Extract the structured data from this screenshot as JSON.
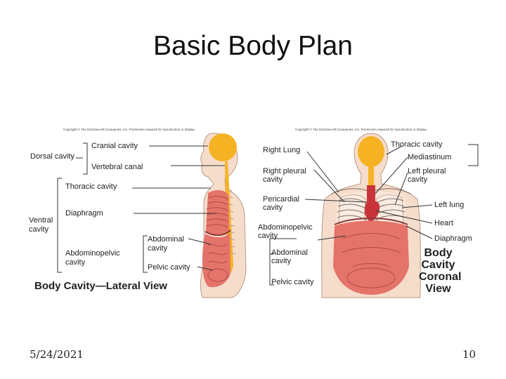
{
  "slide": {
    "title": "Basic Body Plan",
    "date": "5/24/2021",
    "page_number": "10"
  },
  "lateral": {
    "copyright": "Copyright © The McGraw-Hill Companies, Inc. Permission required for reproduction or display.",
    "caption": "Body Cavity—Lateral View",
    "labels": {
      "dorsal_cavity": "Dorsal cavity",
      "cranial_cavity": "Cranial cavity",
      "vertebral_canal": "Vertebral canal",
      "thoracic_cavity": "Thoracic cavity",
      "ventral_cavity_1": "Ventral",
      "ventral_cavity_2": "cavity",
      "diaphragm": "Diaphragm",
      "abdominopelvic_1": "Abdominopelvic",
      "abdominopelvic_2": "cavity",
      "abdominal_1": "Abdominal",
      "abdominal_2": "cavity",
      "pelvic_cavity": "Pelvic cavity"
    }
  },
  "coronal": {
    "copyright": "Copyright © The McGraw-Hill Companies, Inc. Permission required for reproduction or display.",
    "caption_lines": [
      "Body",
      "Cavity",
      "Coronal",
      "View"
    ],
    "labels": {
      "right_lung": "Right Lung",
      "right_pleural_1": "Right pleural",
      "right_pleural_2": "cavity",
      "pericardial_1": "Pericardial",
      "pericardial_2": "cavity",
      "abdominopelvic_1": "Abdominopelvic",
      "abdominopelvic_2": "cavity",
      "abdominal_1": "Abdominal",
      "abdominal_2": "cavity",
      "pelvic_cavity": "Pelvic cavity",
      "thoracic_cavity": "Thoracic cavity",
      "mediastinum": "Mediastinum",
      "left_pleural_1": "Left pleural",
      "left_pleural_2": "cavity",
      "left_lung": "Left lung",
      "heart": "Heart",
      "diaphragm": "Diaphragm"
    }
  },
  "colors": {
    "skin": "#f6dccb",
    "cavity_orange": "#f5b324",
    "abdominal_red": "#e4736a",
    "heart": "#c8343a",
    "line": "#333333"
  }
}
